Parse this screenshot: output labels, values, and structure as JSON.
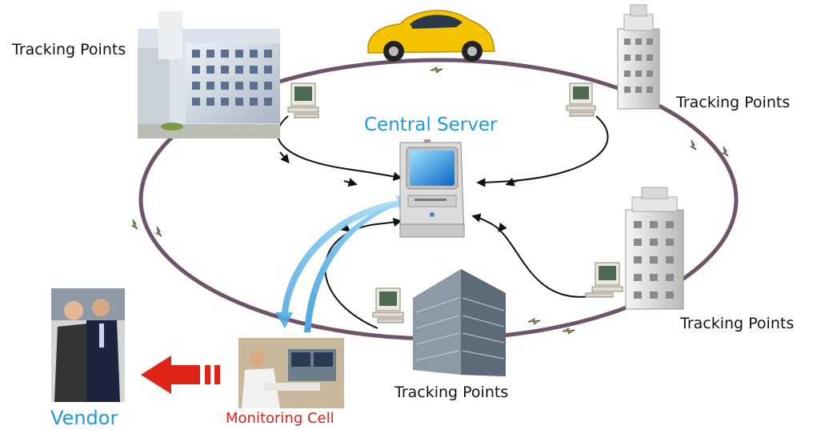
{
  "labels": {
    "central_server": "Central Server",
    "tracking_points_top_left": "Tracking Points",
    "tracking_points_top_right": "Tracking Points",
    "tracking_points_right": "Tracking Points",
    "tracking_points_bottom": "Tracking Points",
    "vendor": "Vendor",
    "monitoring_cell": "Monitoring Cell"
  },
  "colors": {
    "ring": "#6e5468",
    "server_label": "#1e9bd7",
    "vendor_label": "#1e9bd7",
    "monitoring_label": "#e02020",
    "data_flow_arrow": "#79c2ec",
    "vendor_arrow": "#e02418",
    "signal_icon": "#f3e400"
  },
  "icons": {
    "building": "office-building-icon",
    "tower": "tower-building-icon",
    "car": "yellow-car-icon",
    "pc": "desktop-computer-icon",
    "server": "central-server-icon",
    "signal": "lightning-signal-icon",
    "people": "vendor-people-photo",
    "operator": "monitoring-operator-photo"
  }
}
